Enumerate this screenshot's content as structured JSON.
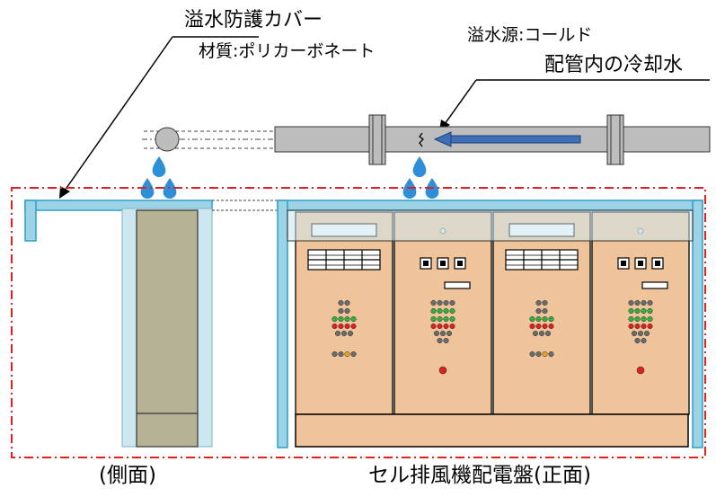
{
  "labels": {
    "cover_title": "溢水防護カバー",
    "cover_material": "材質:ポリカーボネート",
    "source_title": "溢水源:コールド",
    "source_detail": "配管内の冷却水",
    "side_caption": "(側面)",
    "front_caption": "セル排風機配電盤(正面)"
  },
  "colors": {
    "cover": "#9dd3e6",
    "cover_edge": "#2f9fc4",
    "panel_fill": "#f0c49a",
    "side_cabinet": "#b6b296",
    "pipe": "#bdbdbd",
    "water": "#2e8fd8",
    "boundary": "#e32020",
    "lamp_green": "#2fb03c",
    "lamp_red": "#e02020",
    "lamp_grey": "#6b6b6b",
    "lamp_orange": "#f0a020"
  },
  "icons": [
    "water-drop-icon",
    "leak-crack-icon",
    "flow-arrow-icon"
  ]
}
